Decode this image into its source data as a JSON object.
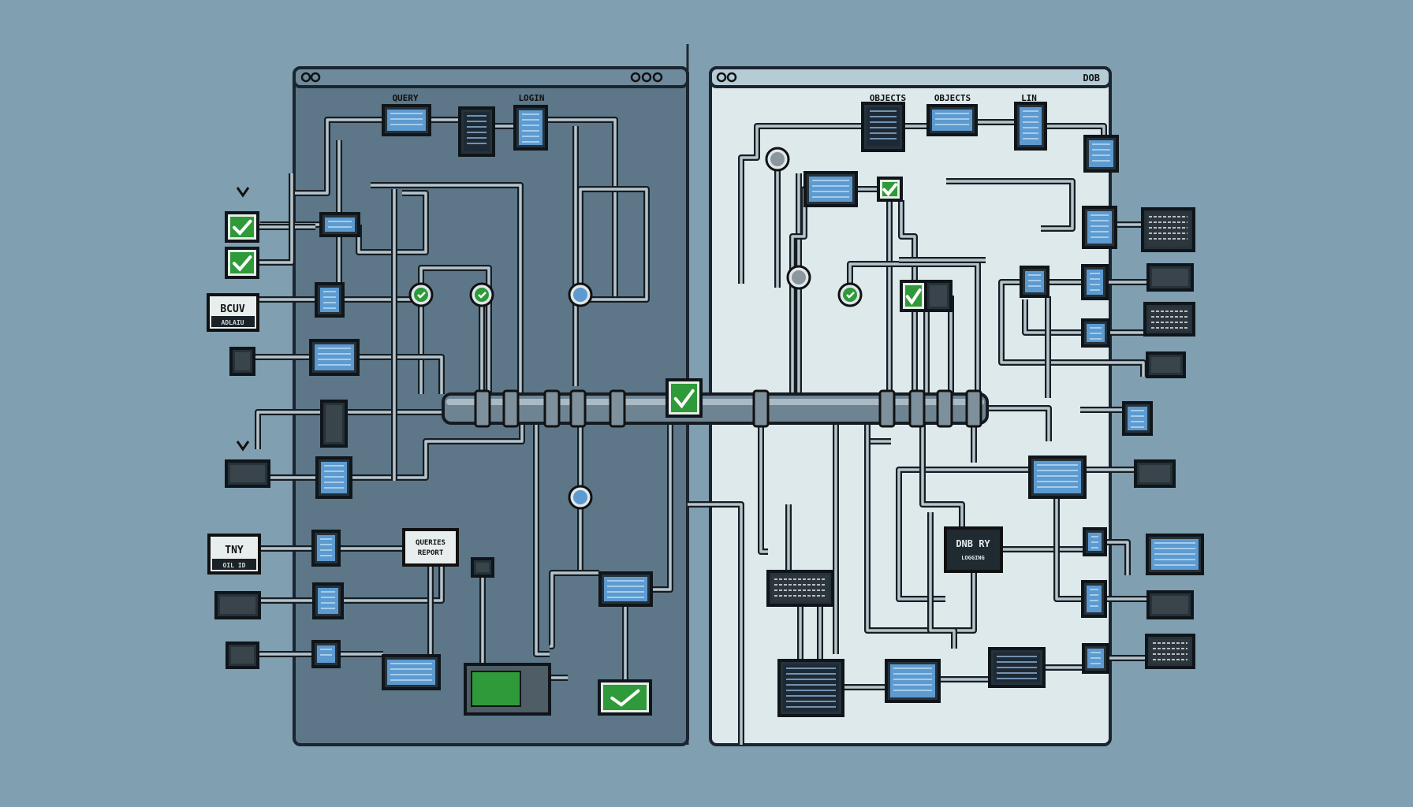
{
  "left_panel": {
    "headers": [
      "QUERY",
      "LOGIN"
    ],
    "labels": {
      "bcuv_top": "BCUV",
      "bcuv_bottom": "ADLAIU",
      "tny_top": "TNY",
      "tny_bottom": "OIL ID",
      "query_top": "QUERIES",
      "query_bottom": "REPORT"
    }
  },
  "right_panel": {
    "headers": [
      "OBJECTS",
      "OBJECTS",
      "LIN"
    ],
    "window_controls": "DOB",
    "labels": {
      "dnb_top": "DNB RY",
      "dnb_bottom": "LOGGING"
    }
  },
  "colors": {
    "background": "#809fb0",
    "left_panel": "#5d7789",
    "right_panel": "#dde9eb",
    "check_green": "#2e9a3a",
    "screen_blue": "#5d9ad0"
  }
}
